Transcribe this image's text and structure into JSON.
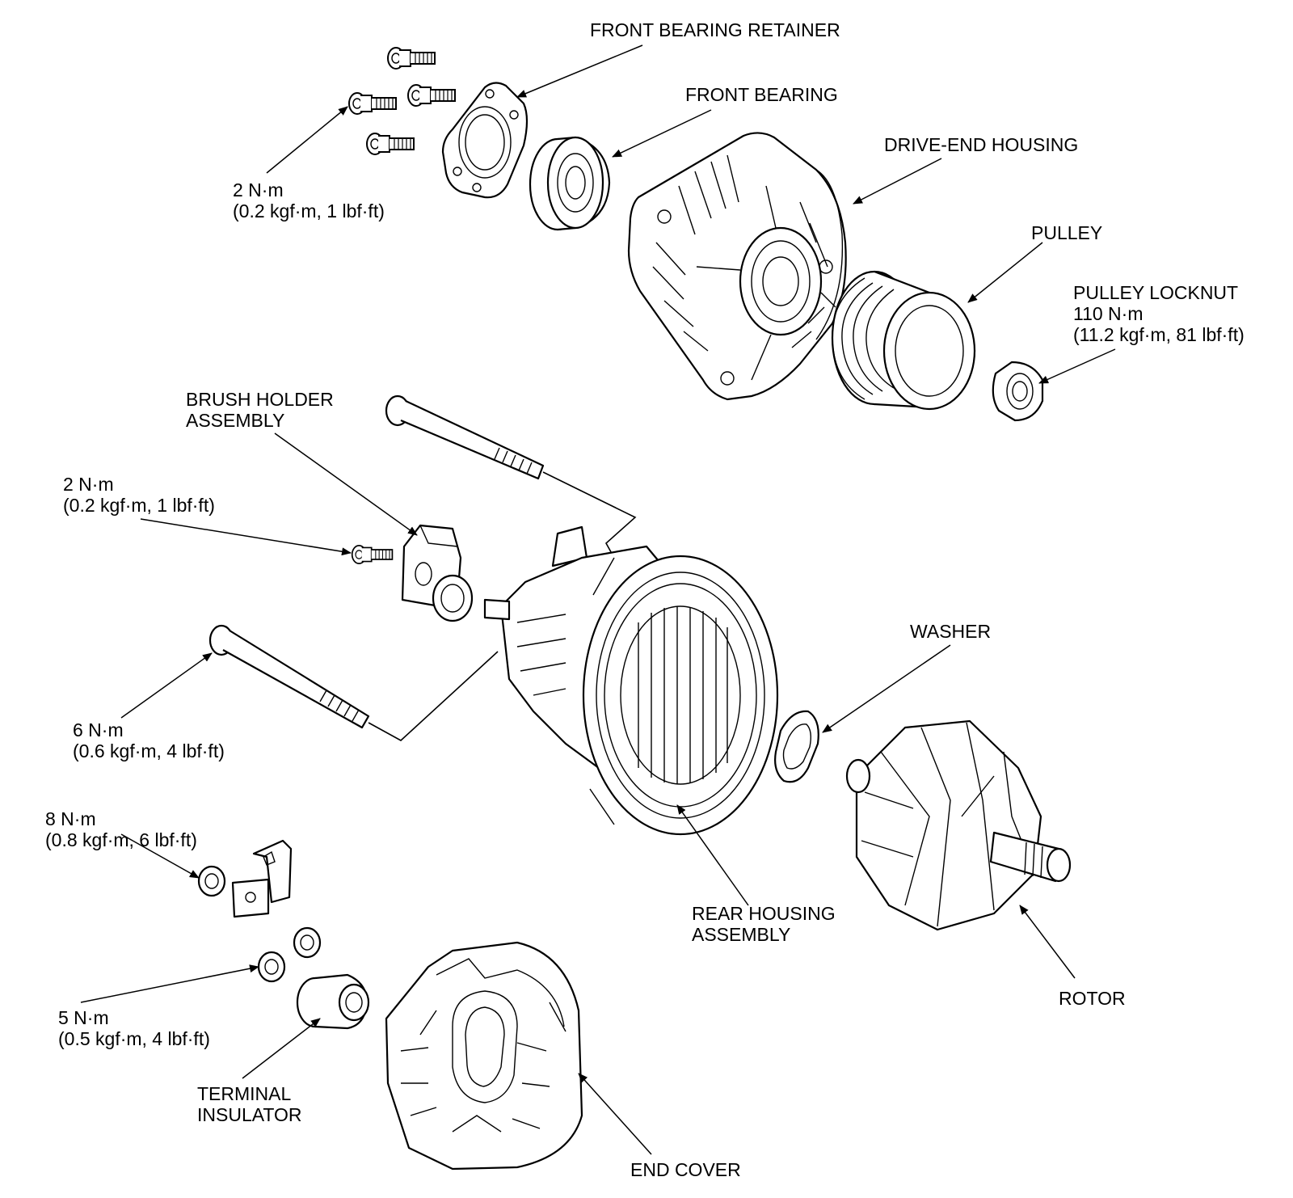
{
  "labels": {
    "front_bearing_retainer": [
      "FRONT BEARING RETAINER"
    ],
    "front_bearing": [
      "FRONT BEARING"
    ],
    "drive_end_housing": [
      "DRIVE-END HOUSING"
    ],
    "pulley": [
      "PULLEY"
    ],
    "pulley_locknut": [
      "PULLEY LOCKNUT",
      "110 N·m",
      "(11.2 kgf·m, 81 lbf·ft)"
    ],
    "retainer_bolt_torque": [
      "2 N·m",
      "(0.2 kgf·m, 1 lbf·ft)"
    ],
    "brush_holder_assembly": [
      "BRUSH HOLDER",
      "ASSEMBLY"
    ],
    "brush_holder_screw_torque": [
      "2 N·m",
      "(0.2 kgf·m, 1 lbf·ft)"
    ],
    "through_bolt_torque": [
      "6 N·m",
      "(0.6 kgf·m, 4 lbf·ft)"
    ],
    "washer": [
      "WASHER"
    ],
    "terminal_nut_torque": [
      "8 N·m",
      "(0.8 kgf·m, 6 lbf·ft)"
    ],
    "terminal_insulator_nut_torque": [
      "5 N·m",
      "(0.5 kgf·m, 4 lbf·ft)"
    ],
    "terminal_insulator": [
      "TERMINAL",
      "INSULATOR"
    ],
    "rear_housing_assembly": [
      "REAR HOUSING",
      "ASSEMBLY"
    ],
    "rotor": [
      "ROTOR"
    ],
    "end_cover": [
      "END COVER"
    ]
  }
}
